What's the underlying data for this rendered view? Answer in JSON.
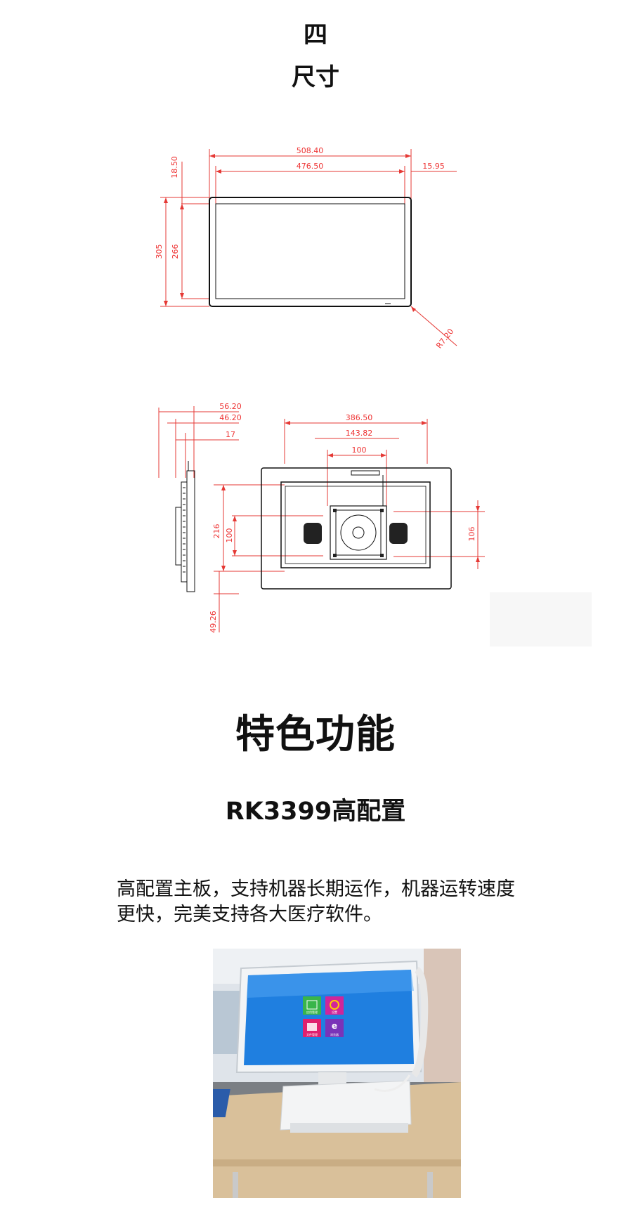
{
  "section": {
    "number": "四",
    "title": "尺寸"
  },
  "front_drawing": {
    "dims": {
      "overall_width": "508.40",
      "screen_width": "476.50",
      "right_border": "15.95",
      "top_border": "18.50",
      "overall_height": "305",
      "screen_height": "266",
      "corner_radius": "R7.20"
    }
  },
  "rear_drawing": {
    "dims": {
      "depth_total": "56.20",
      "depth_mid": "46.20",
      "depth_min": "17",
      "mount_width": "386.50",
      "mount_mid": "143.82",
      "vesa_h": "100",
      "mount_height": "216",
      "vesa_v": "100",
      "right_v": "106",
      "bottom_offset": "49.26"
    }
  },
  "features": {
    "title": "特色功能",
    "subtitle": "RK3399高配置",
    "desc_line1": "高配置主板，支持机器长期运作，机器运转速度",
    "desc_line2": "更快，完美支持各大医疗软件。"
  },
  "photo": {
    "tiles": [
      "应用管理",
      "设置",
      "文件管理",
      "浏览器"
    ]
  },
  "colors": {
    "dimension_red": "#e53935",
    "tile_green": "#39b54a",
    "tile_magenta": "#d0259a",
    "tile_pink": "#e0206e",
    "tile_purple": "#7a33b8",
    "screen_blue": "#1f7fe0"
  }
}
